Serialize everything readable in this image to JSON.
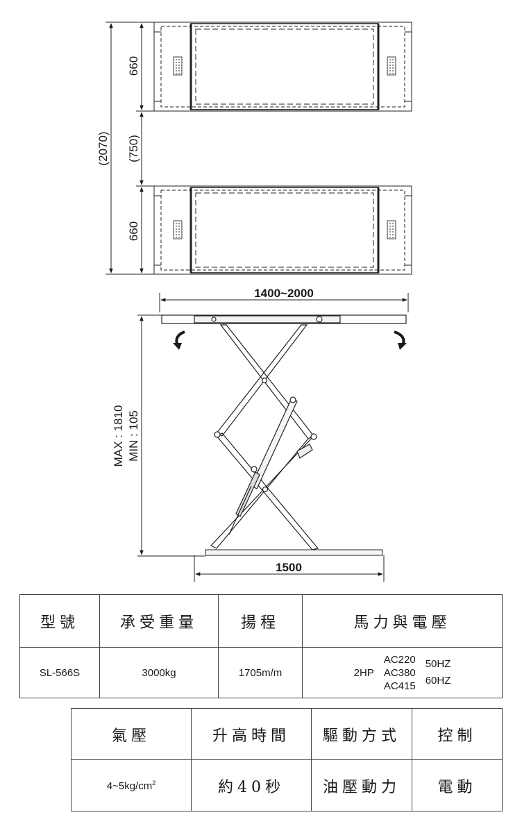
{
  "drawing": {
    "dim_platform_depth_top": "660",
    "dim_gap": "(750)",
    "dim_overall_width": "(2070)",
    "dim_platform_depth_bottom": "660",
    "dim_platform_length": "1400~2000",
    "dim_max_height": "MAX : 1810",
    "dim_min_height": "MIN : 105",
    "dim_base_length": "1500"
  },
  "spec_table_1": {
    "headers": [
      "型號",
      "承受重量",
      "揚程",
      "馬力與電壓"
    ],
    "model": "SL-566S",
    "capacity": "3000kg",
    "lift": "1705m/m",
    "power": {
      "hp": "2HP",
      "voltages": [
        "AC220",
        "AC380",
        "AC415"
      ],
      "frequencies": [
        "50HZ",
        "60HZ"
      ]
    }
  },
  "spec_table_2": {
    "headers": [
      "氣壓",
      "升高時間",
      "驅動方式",
      "控制"
    ],
    "air_pressure": "4~5kg/cm",
    "air_pressure_exp": "2",
    "rise_time": "約40秒",
    "drive": "油壓動力",
    "control": "電動"
  }
}
